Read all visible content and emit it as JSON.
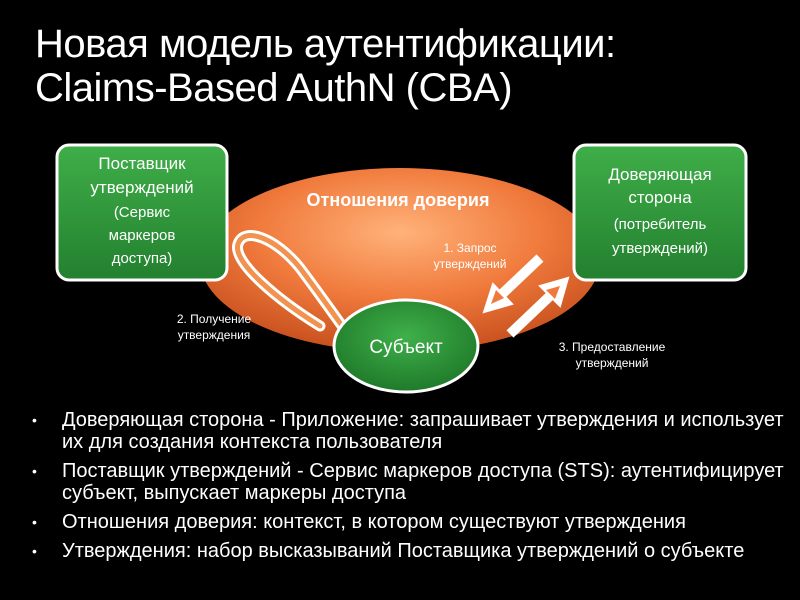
{
  "title": {
    "line1": "Новая модель аутентификации:",
    "line2": "Claims-Based AuthN (CBA)"
  },
  "diagram": {
    "trust_label": "Отношения доверия",
    "provider_box": [
      "Поставщик",
      "утверждений",
      "(Сервис",
      "маркеров",
      "доступа)"
    ],
    "relying_box": [
      "Доверяющая",
      "сторона",
      "(потребитель",
      "утверждений)"
    ],
    "subject_label": "Субъект",
    "step1": [
      "1. Запрос",
      "утверждений"
    ],
    "step2": [
      "2. Получение",
      "утверждения"
    ],
    "step3": [
      "3. Предоставление",
      "утверждений"
    ],
    "colors": {
      "ellipse": "#f07a3c",
      "box_fill": "#2f9a3c",
      "box_border": "#ffffff",
      "background": "#000000"
    }
  },
  "bullets": [
    "Доверяющая сторона - Приложение: запрашивает утверждения и использует их для создания контекста пользователя",
    "Поставщик утверждений - Сервис маркеров доступа (STS): аутентифицирует субъект, выпускает маркеры доступа",
    "Отношения доверия: контекст, в котором существуют утверждения",
    "Утверждения: набор высказываний Поставщика утверждений о субъекте"
  ],
  "bullet_glyph": "•"
}
